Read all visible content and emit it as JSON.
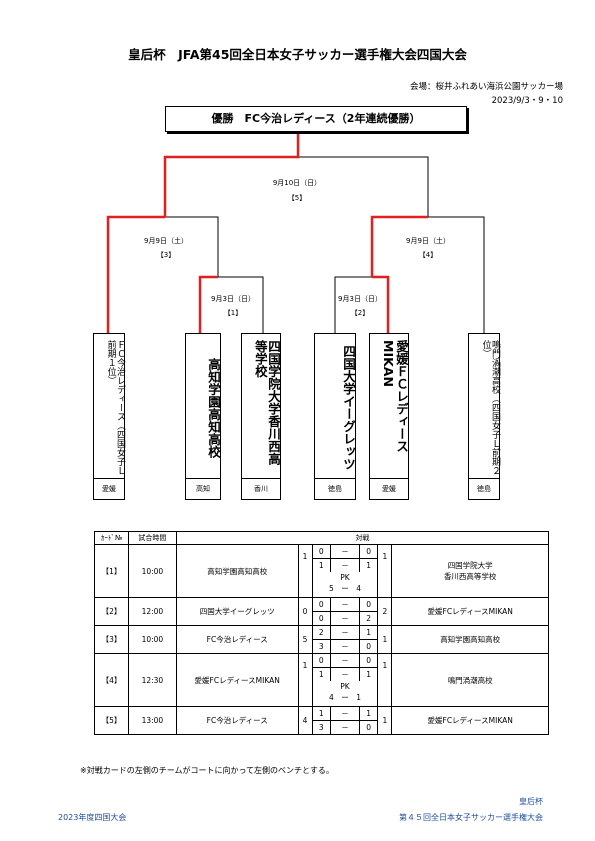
{
  "header": {
    "title": "皇后杯　JFA第45回全日本女子サッカー選手権大会四国大会",
    "venue": "会場：桜井ふれあい海浜公園サッカー場",
    "dates": "2023/9/3・9・10"
  },
  "bracket": {
    "winner": "優勝　FC今治レディース（2年連続優勝）",
    "final_date": "9月10日（日）",
    "final_no": "【5】",
    "semi_left_date": "9月9日（土）",
    "semi_left_no": "【3】",
    "semi_right_date": "9月9日（土）",
    "semi_right_no": "【4】",
    "q1_date": "9月3日（日）",
    "q1_no": "【1】",
    "q2_date": "9月3日（日）",
    "q2_no": "【2】",
    "teams": [
      {
        "name": "ＦＣ今治レディース（四国女子Ｌ前期１位）",
        "pref": "愛媛"
      },
      {
        "name": "高知学園高知高校",
        "pref": "高知"
      },
      {
        "name": "四国学院大学香川西高等学校",
        "pref": "香川"
      },
      {
        "name": "四国大学イーグレッツ",
        "pref": "徳島"
      },
      {
        "name": "愛媛ＦＣレディースMIKAN",
        "pref": "愛媛"
      },
      {
        "name": "鳴門渦潮高校（四国女子Ｌ前期２位）",
        "pref": "徳島"
      }
    ],
    "line_color_win": "#e02020",
    "line_color": "#000000"
  },
  "results": {
    "headers": {
      "no": "ｶｰﾄﾞ№",
      "time": "試合時間",
      "match": "対戦"
    },
    "rows": [
      {
        "no": "【1】",
        "time": "10:00",
        "left": "高知学園高知高校",
        "ls": "1",
        "h1": [
          "0",
          "0"
        ],
        "h2": [
          "1",
          "1"
        ],
        "rs": "1",
        "right": "四国学院大学\n香川西高等学校",
        "pk_label": "PK",
        "pk": "5　ー　4"
      },
      {
        "no": "【2】",
        "time": "12:00",
        "left": "四国大学イーグレッツ",
        "ls": "0",
        "h1": [
          "0",
          "0"
        ],
        "h2": [
          "0",
          "2"
        ],
        "rs": "2",
        "right": "愛媛FCレディースMIKAN",
        "pk_label": "",
        "pk": ""
      },
      {
        "no": "【3】",
        "time": "10:00",
        "left": "FC今治レディース",
        "ls": "5",
        "h1": [
          "2",
          "1"
        ],
        "h2": [
          "3",
          "0"
        ],
        "rs": "1",
        "right": "高知学園高知高校",
        "pk_label": "",
        "pk": ""
      },
      {
        "no": "【4】",
        "time": "12:30",
        "left": "愛媛FCレディースMIKAN",
        "ls": "1",
        "h1": [
          "0",
          "0"
        ],
        "h2": [
          "1",
          "1"
        ],
        "rs": "1",
        "right": "鳴門渦潮高校",
        "pk_label": "PK",
        "pk": "4　ー　1"
      },
      {
        "no": "【5】",
        "time": "13:00",
        "left": "FC今治レディース",
        "ls": "4",
        "h1": [
          "1",
          "1"
        ],
        "h2": [
          "3",
          "0"
        ],
        "rs": "1",
        "right": "愛媛FCレディースMIKAN",
        "pk_label": "",
        "pk": ""
      }
    ],
    "dash": "－"
  },
  "note": "※対戦カードの左側のチームがコートに向かって左側のベンチとする。",
  "footer": {
    "left": "2023年度四国大会",
    "right1": "皇后杯",
    "right2": "第４５回全日本女子サッカー選手権大会"
  }
}
